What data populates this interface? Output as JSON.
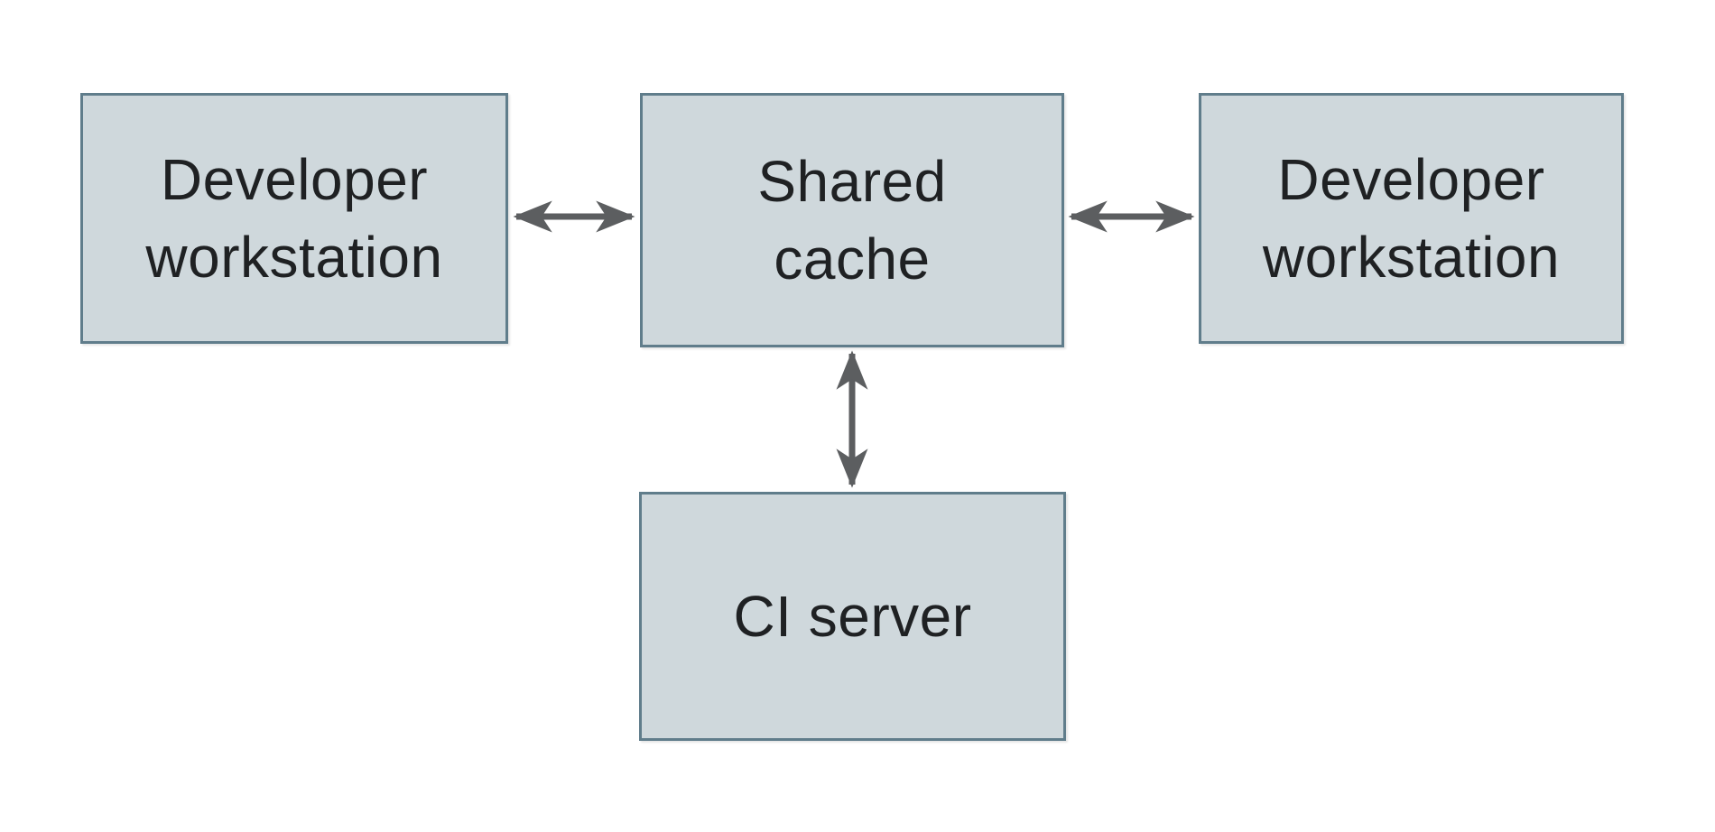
{
  "colors": {
    "canvas-bg": "#ffffff",
    "node-fill": "#cfd8dc",
    "node-border": "#607d8b",
    "edge": "#5c5e60",
    "text": "#1f2123"
  },
  "diagram": {
    "type": "architecture-diagram",
    "nodes": [
      {
        "id": "developer-workstation-left",
        "label": "Developer\nworkstation"
      },
      {
        "id": "shared-cache",
        "label": "Shared\ncache"
      },
      {
        "id": "developer-workstation-right",
        "label": "Developer\nworkstation"
      },
      {
        "id": "ci-server",
        "label": "CI server"
      }
    ],
    "edges": [
      {
        "from": "developer-workstation-left",
        "to": "shared-cache",
        "direction": "bidirectional"
      },
      {
        "from": "developer-workstation-right",
        "to": "shared-cache",
        "direction": "bidirectional"
      },
      {
        "from": "ci-server",
        "to": "shared-cache",
        "direction": "bidirectional"
      }
    ]
  }
}
